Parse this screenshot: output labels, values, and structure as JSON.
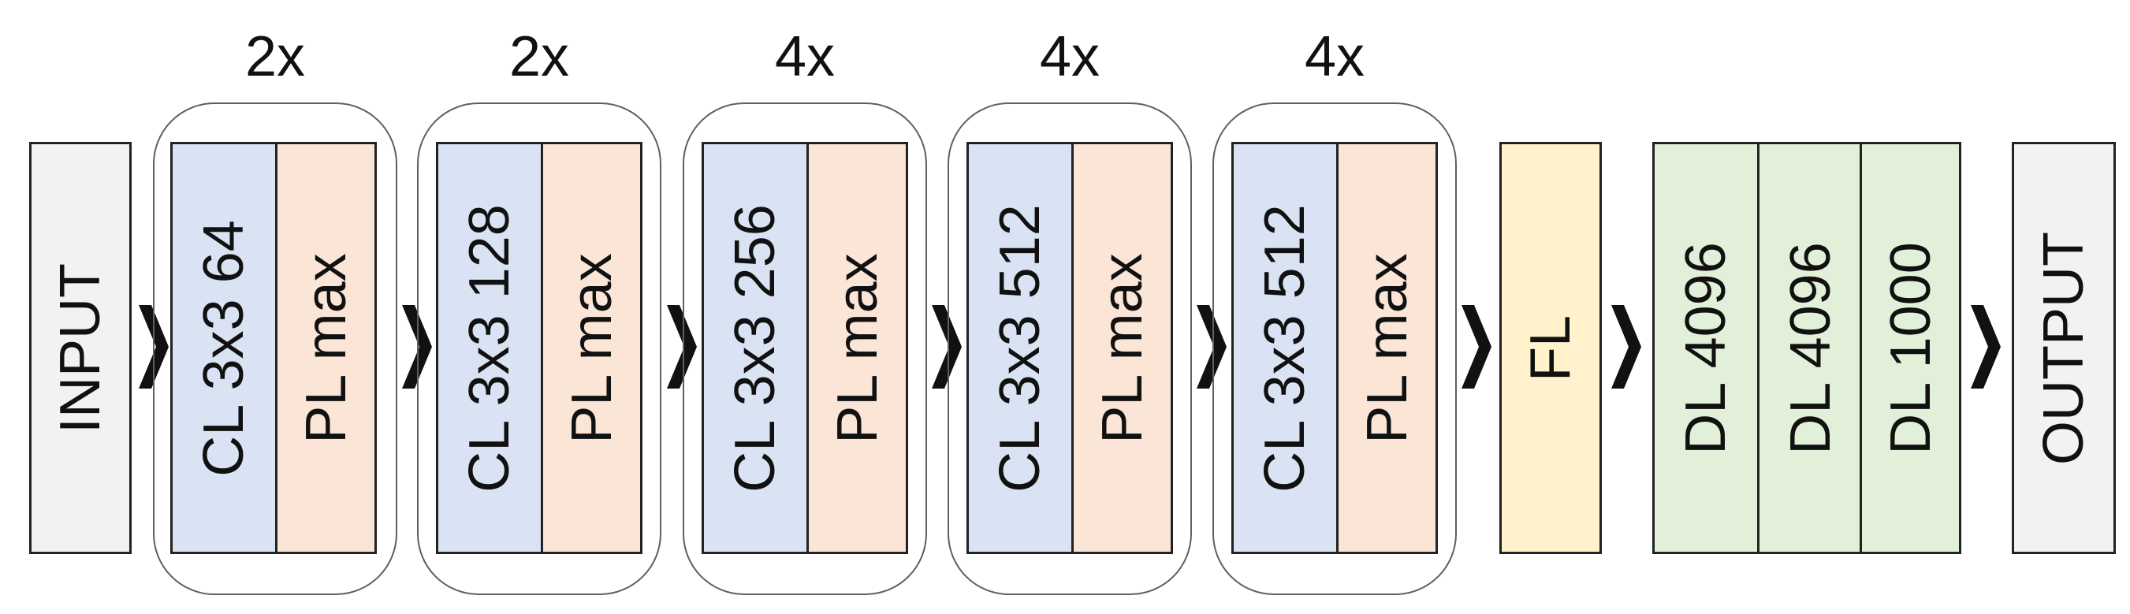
{
  "input_label": "INPUT",
  "output_label": "OUTPUT",
  "blocks": [
    {
      "repeat": "2x",
      "conv": "CL 3x3 64",
      "pool": "PL max"
    },
    {
      "repeat": "2x",
      "conv": "CL 3x3 128",
      "pool": "PL max"
    },
    {
      "repeat": "4x",
      "conv": "CL 3x3 256",
      "pool": "PL max"
    },
    {
      "repeat": "4x",
      "conv": "CL 3x3 512",
      "pool": "PL max"
    },
    {
      "repeat": "4x",
      "conv": "CL 3x3 512",
      "pool": "PL max"
    }
  ],
  "flatten_label": "FL",
  "dense_layers": [
    "DL 4096",
    "DL 4096",
    "DL 1000"
  ],
  "colors": {
    "conv": "#dae3f3",
    "pool": "#fbe5d6",
    "io": "#f2f2f2",
    "flatten": "#fff2cc",
    "dense": "#e2f0d9"
  }
}
